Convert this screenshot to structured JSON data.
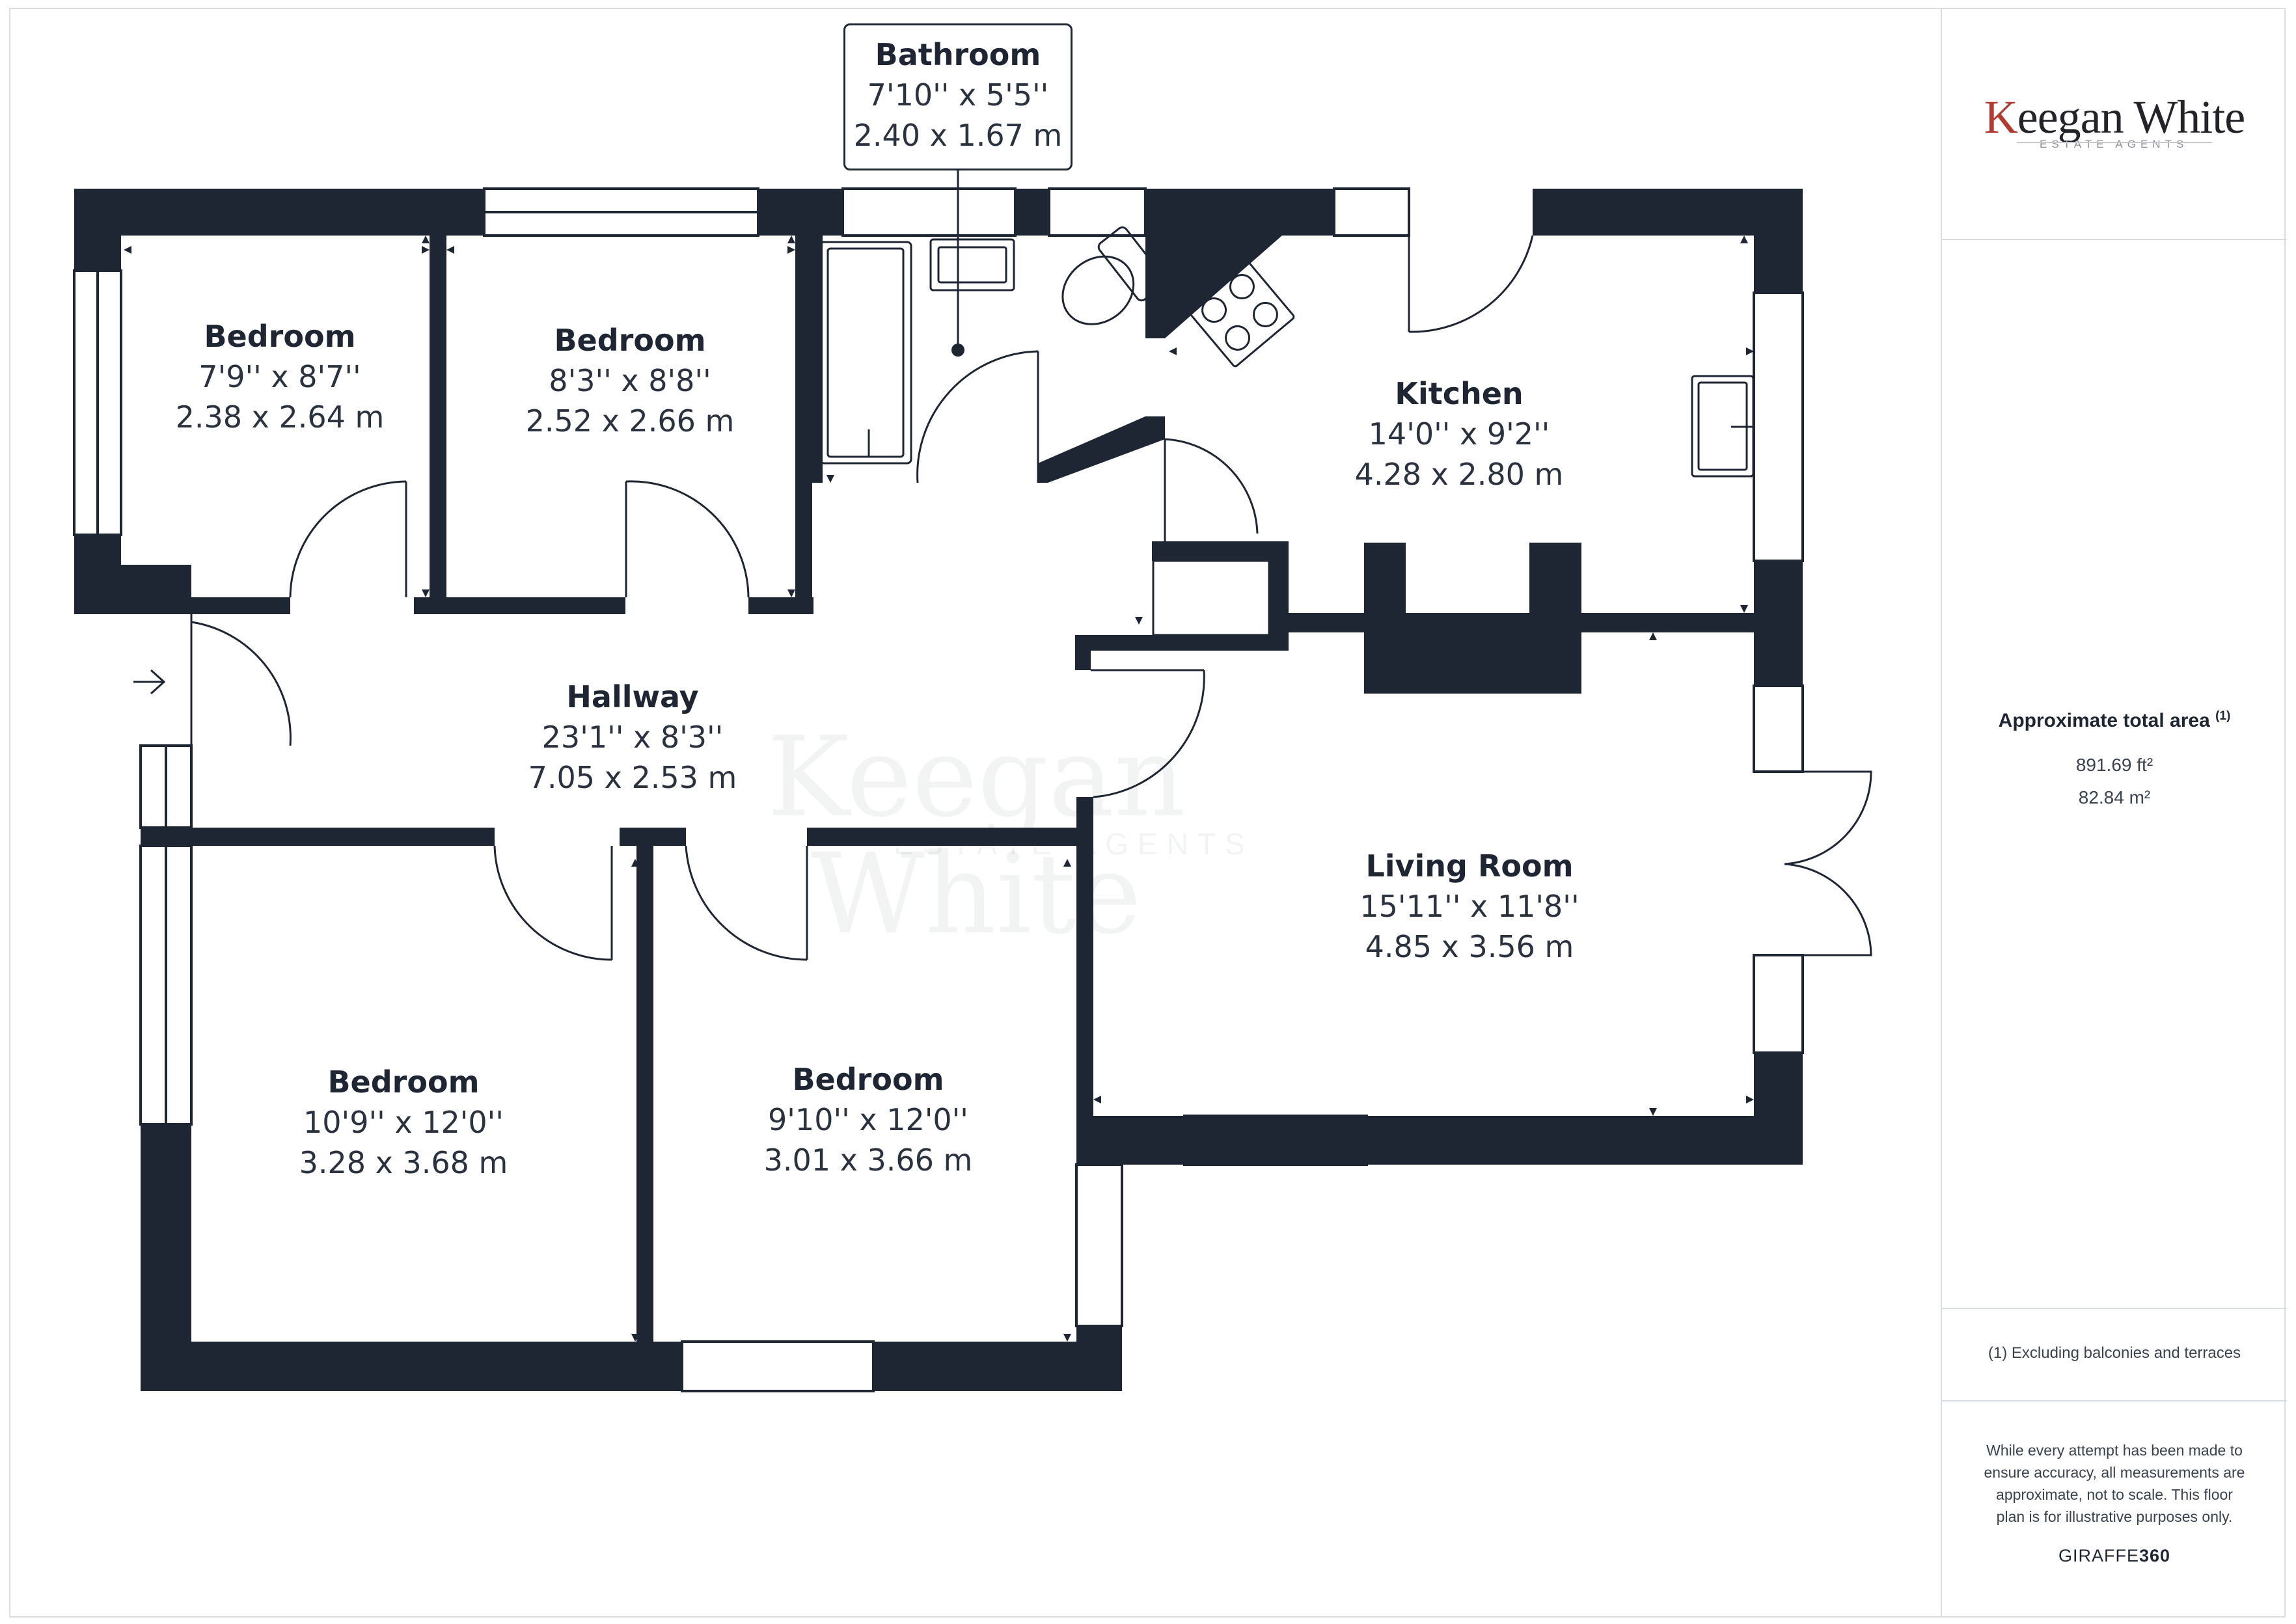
{
  "rooms": {
    "bathroom": {
      "name": "Bathroom",
      "imperial": "7'10'' x 5'5''",
      "metric": "2.40 x 1.67 m"
    },
    "bedroom_1": {
      "name": "Bedroom",
      "imperial": "7'9'' x 8'7''",
      "metric": "2.38 x 2.64 m"
    },
    "bedroom_2": {
      "name": "Bedroom",
      "imperial": "8'3'' x 8'8''",
      "metric": "2.52 x 2.66 m"
    },
    "kitchen": {
      "name": "Kitchen",
      "imperial": "14'0'' x 9'2''",
      "metric": "4.28 x 2.80 m"
    },
    "hallway": {
      "name": "Hallway",
      "imperial": "23'1'' x 8'3''",
      "metric": "7.05 x 2.53 m"
    },
    "living_room": {
      "name": "Living Room",
      "imperial": "15'11'' x 11'8''",
      "metric": "4.85 x 3.56 m"
    },
    "bedroom_3": {
      "name": "Bedroom",
      "imperial": "10'9'' x 12'0''",
      "metric": "3.28 x 3.68 m"
    },
    "bedroom_4": {
      "name": "Bedroom",
      "imperial": "9'10'' x 12'0''",
      "metric": "3.01 x 3.66 m"
    }
  },
  "watermark": {
    "main": "Keegan White",
    "sub": "ESTATE AGENTS"
  },
  "sidebar": {
    "logo_main": "Keegan White",
    "logo_sub": "ESTATE AGENTS",
    "area_title": "Approximate total area",
    "area_note_marker": "(1)",
    "area_ft": "891.69 ft²",
    "area_m": "82.84 m²",
    "footnote": "(1) Excluding balconies and terraces",
    "disclaimer": "While every attempt has been made to ensure accuracy, all measurements are approximate, not to scale. This floor plan is for illustrative purposes only.",
    "brand_prefix": "GIRAFFE",
    "brand_suffix": "360"
  },
  "colors": {
    "wall": "#1e2633",
    "text": "#1e2633",
    "logo_accent": "#b23a2e",
    "border": "#d9dce1"
  },
  "icons": [
    "entrance-arrow-icon",
    "hob-icon",
    "toilet-icon",
    "bathtub-icon",
    "sink-icon"
  ]
}
